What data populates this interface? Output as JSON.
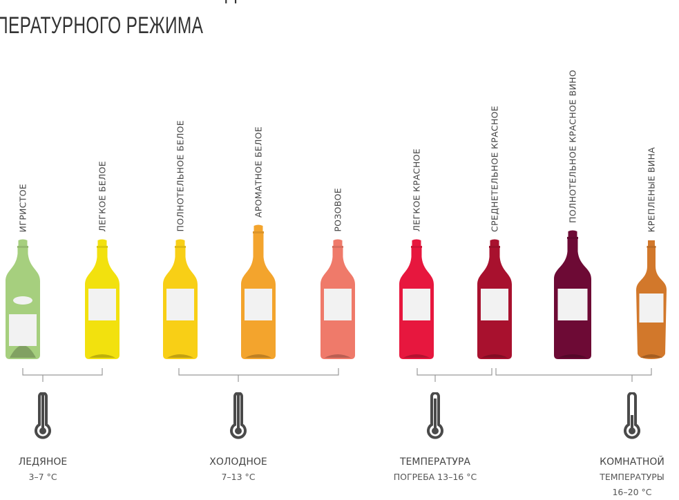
{
  "title": {
    "line1": "ЛУЧШИЕ ПРАВИЛА СОБЛЮДЕНИЯ",
    "line2": "ПЕРАТУРНОГО РЕЖИМА"
  },
  "wines": [
    {
      "label": "ИГРИСТОЕ",
      "color": "#a6cf7e",
      "type": "sparkling"
    },
    {
      "label": "ЛЕГКОЕ БЕЛОЕ",
      "color": "#f2e10e",
      "type": "standard"
    },
    {
      "label": "ПОЛНОТЕЛЬНОЕ БЕЛОЕ",
      "color": "#f8cf16",
      "type": "standard"
    },
    {
      "label": "АРОМАТНОЕ БЕЛОЕ",
      "color": "#f3a42d",
      "type": "tall"
    },
    {
      "label": "РОЗОВОЕ",
      "color": "#ef7a6a",
      "type": "standard"
    },
    {
      "label": "ЛЕГКОЕ КРАСНОЕ",
      "color": "#e7173e",
      "type": "oval"
    },
    {
      "label": "СРЕДНЕТЕЛЬНОЕ КРАСНОЕ",
      "color": "#a8112e",
      "type": "standard"
    },
    {
      "label": "ПОЛНОТЕЛЬНОЕ КРАСНОЕ ВИНО",
      "color": "#6d0a35",
      "type": "wide"
    },
    {
      "label": "КРЕПЛЕНЫЕ ВИНА",
      "color": "#d2782b",
      "type": "fortified"
    }
  ],
  "groups": [
    {
      "name": "ЛЕДЯНОЕ",
      "range": "3–7 °C",
      "level": "low"
    },
    {
      "name": "ХОЛОДНОЕ",
      "range": "7–13 °C",
      "level": "low"
    },
    {
      "name": "ТЕМПЕРАТУРА",
      "name2": "ПОГРЕБА 13–16 °C",
      "range": "",
      "level": "mid"
    },
    {
      "name": "КОМНАТНОЙ",
      "name2": "ТЕМПЕРАТУРЫ",
      "range": "16–20 °C",
      "level": "high"
    }
  ],
  "colors": {
    "text": "#333333",
    "bracket": "#999999",
    "thermometer": "#4a4a4a",
    "label_paper": "#f2f2f2"
  }
}
